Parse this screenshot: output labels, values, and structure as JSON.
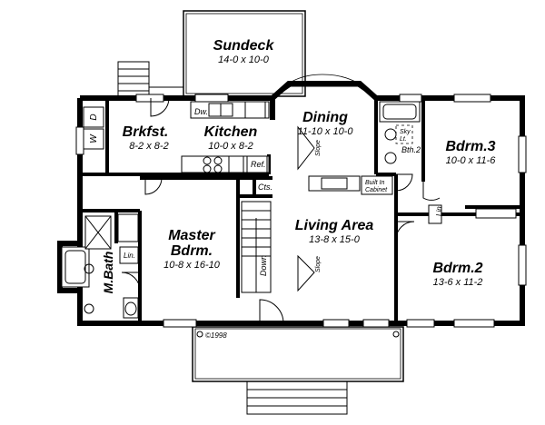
{
  "rooms": {
    "sundeck": {
      "name": "Sundeck",
      "dims": "14-0 x 10-0"
    },
    "breakfast": {
      "name": "Brkfst.",
      "dims": "8-2 x 8-2"
    },
    "kitchen": {
      "name": "Kitchen",
      "dims": "10-0 x 8-2"
    },
    "dining": {
      "name": "Dining",
      "dims": "11-10 x 10-0"
    },
    "bedroom3": {
      "name": "Bdrm.3",
      "dims": "10-0 x 11-6"
    },
    "master": {
      "name": "Master",
      "name2": "Bdrm.",
      "dims": "10-8 x 16-10"
    },
    "living": {
      "name": "Living Area",
      "dims": "13-8 x 15-0"
    },
    "bedroom2": {
      "name": "Bdrm.2",
      "dims": "13-6 x 11-2"
    },
    "master_bath": {
      "name": "M.Bath"
    }
  },
  "labels": {
    "dw": "Dw.",
    "ref": "Ref.",
    "cts": "Cts.",
    "lin_master": "Lin.",
    "lin_hall": "Lin",
    "bath2": "Bth.2",
    "sky_lt": "Sky",
    "sky_lt2": "Lt.",
    "builtin": "Built In",
    "builtin2": "Cabinet",
    "slope_dining": "Slope",
    "slope_living": "Slope",
    "down": "Down",
    "washer": "W",
    "dryer": "D",
    "copyright": "©1998"
  }
}
